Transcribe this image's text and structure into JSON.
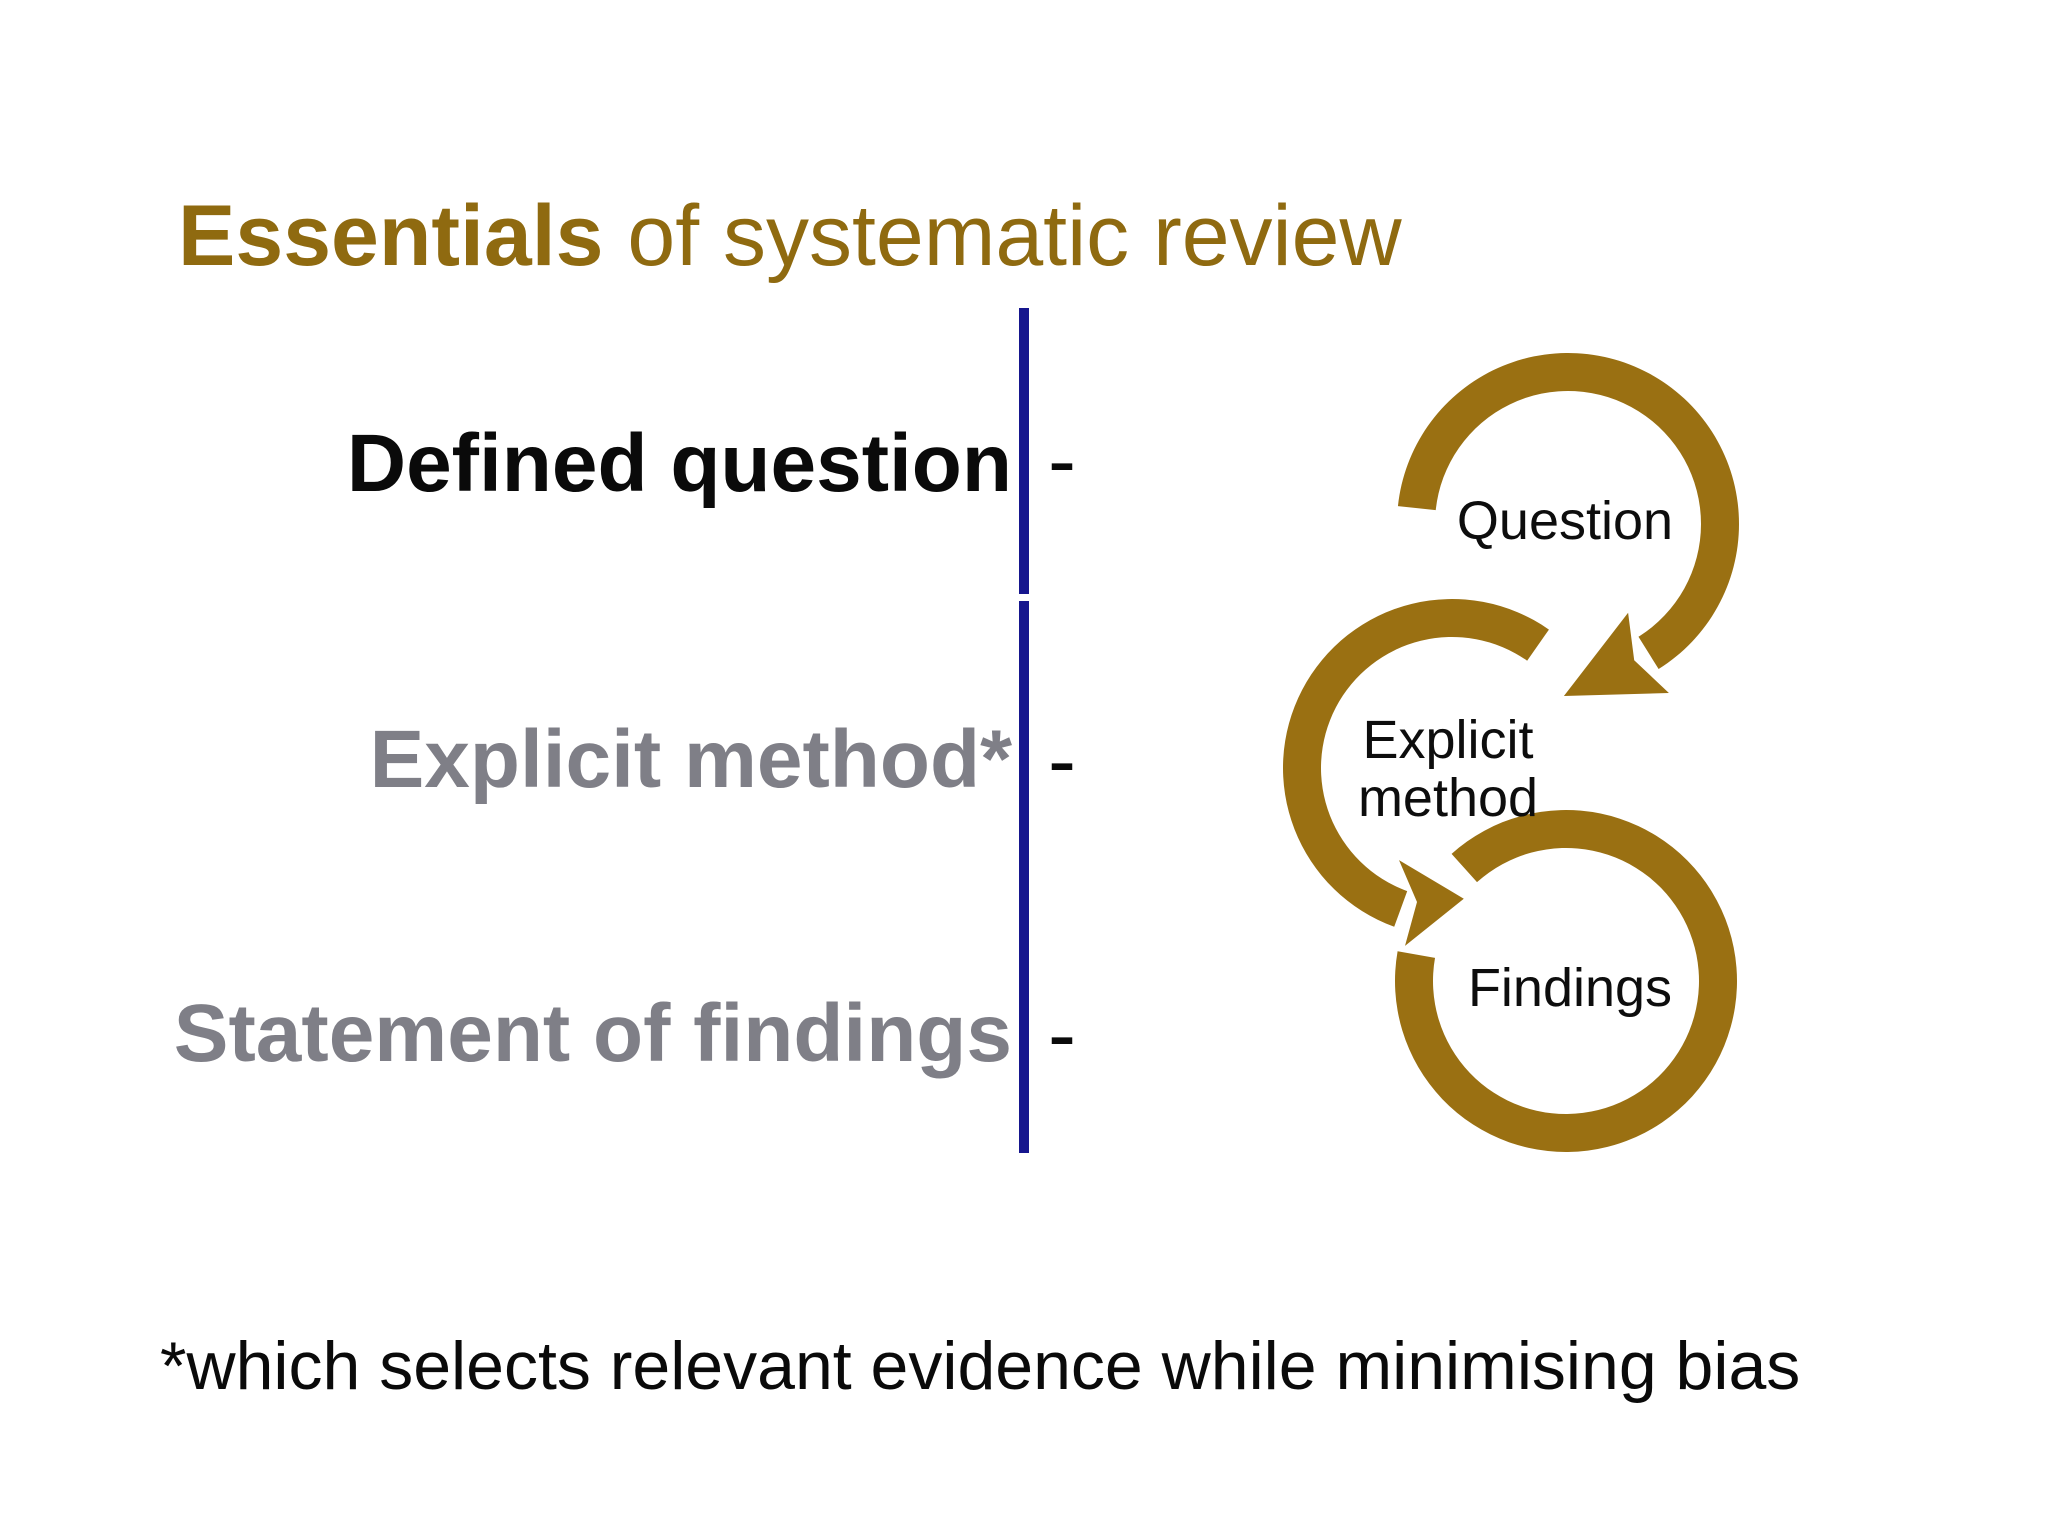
{
  "title": {
    "emphasis": "Essentials",
    "rest": " of systematic review"
  },
  "essentials_list": {
    "items": [
      {
        "label": "Defined question",
        "tick": "-"
      },
      {
        "label": "Explicit method*",
        "tick": "-"
      },
      {
        "label": "Statement of findings",
        "tick": "-"
      }
    ]
  },
  "diagram": {
    "rings": [
      {
        "label": "Question"
      },
      {
        "lines": [
          "Explicit",
          "method"
        ]
      },
      {
        "label": "Findings"
      }
    ]
  },
  "footnote": "*which selects relevant evidence while minimising bias",
  "colors": {
    "title-gold": "#8f6a10",
    "ring-gold": "#9a7012",
    "muted-gray": "#7f7f87",
    "divider-blue": "#16168e",
    "text-black": "#0a0a0a"
  }
}
